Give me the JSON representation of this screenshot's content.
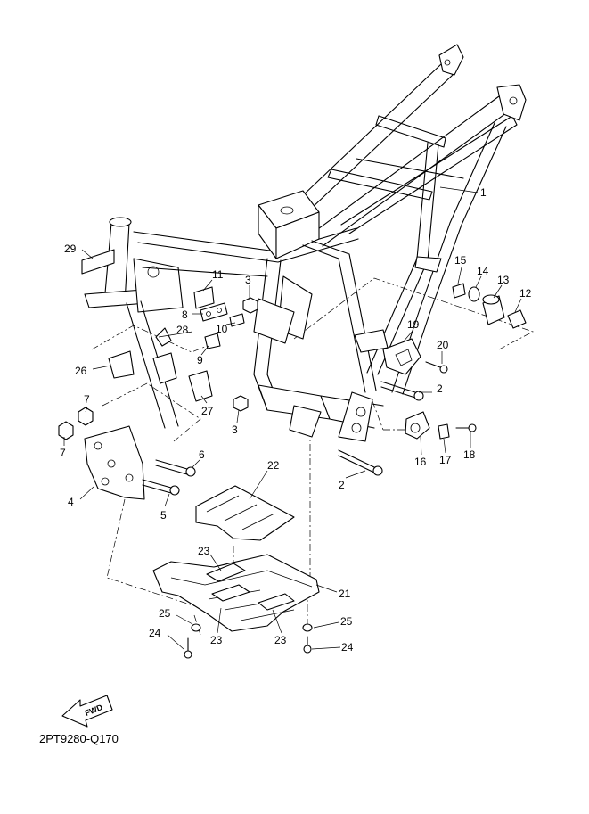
{
  "diagram_code": "2PT9280-Q170",
  "fwd_label": "FWD",
  "callouts": [
    {
      "id": "c1",
      "text": "1"
    },
    {
      "id": "c2a",
      "text": "2"
    },
    {
      "id": "c2b",
      "text": "2"
    },
    {
      "id": "c3a",
      "text": "3"
    },
    {
      "id": "c3b",
      "text": "3"
    },
    {
      "id": "c4",
      "text": "4"
    },
    {
      "id": "c5",
      "text": "5"
    },
    {
      "id": "c6",
      "text": "6"
    },
    {
      "id": "c7a",
      "text": "7"
    },
    {
      "id": "c7b",
      "text": "7"
    },
    {
      "id": "c8",
      "text": "8"
    },
    {
      "id": "c9",
      "text": "9"
    },
    {
      "id": "c10",
      "text": "10"
    },
    {
      "id": "c11",
      "text": "11"
    },
    {
      "id": "c12",
      "text": "12"
    },
    {
      "id": "c13",
      "text": "13"
    },
    {
      "id": "c14",
      "text": "14"
    },
    {
      "id": "c15",
      "text": "15"
    },
    {
      "id": "c16",
      "text": "16"
    },
    {
      "id": "c17",
      "text": "17"
    },
    {
      "id": "c18",
      "text": "18"
    },
    {
      "id": "c19",
      "text": "19"
    },
    {
      "id": "c20",
      "text": "20"
    },
    {
      "id": "c21",
      "text": "21"
    },
    {
      "id": "c22",
      "text": "22"
    },
    {
      "id": "c23a",
      "text": "23"
    },
    {
      "id": "c23b",
      "text": "23"
    },
    {
      "id": "c23c",
      "text": "23"
    },
    {
      "id": "c24a",
      "text": "24"
    },
    {
      "id": "c24b",
      "text": "24"
    },
    {
      "id": "c25a",
      "text": "25"
    },
    {
      "id": "c25b",
      "text": "25"
    },
    {
      "id": "c26",
      "text": "26"
    },
    {
      "id": "c27",
      "text": "27"
    },
    {
      "id": "c28",
      "text": "28"
    },
    {
      "id": "c29",
      "text": "29"
    }
  ]
}
